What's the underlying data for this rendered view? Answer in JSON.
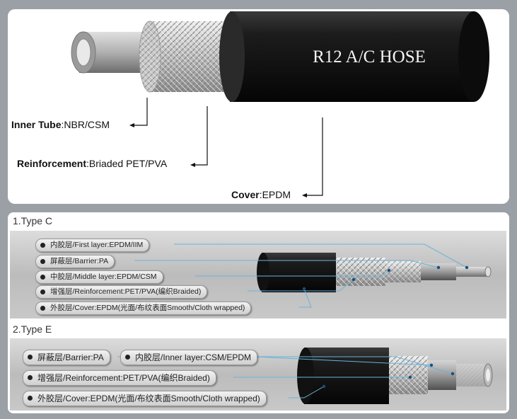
{
  "hose_label": "R12 A/C HOSE",
  "top_labels": {
    "inner_tube": {
      "name": "Inner Tube",
      "material": ":NBR/CSM"
    },
    "reinforcement": {
      "name": "Reinforcement",
      "material": ":Briaded PET/PVA"
    },
    "cover": {
      "name": "Cover",
      "material": ":EPDM"
    }
  },
  "type_c": {
    "title": "1.Type C",
    "layers": [
      "内胶层/First layer:EPDM/IIM",
      "屏蔽层/Barrier:PA",
      "中胶层/Middle layer:EPDM/CSM",
      "增强层/Reinforcement:PET/PVA(编织Braided)",
      "外胶层/Cover:EPDM(光面/布纹表面Smooth/Cloth wrapped)"
    ]
  },
  "type_e": {
    "title": "2.Type E",
    "layers": [
      "屏蔽层/Barrier:PA",
      "内胶层/Inner layer:CSM/EPDM",
      "增强层/Reinforcement:PET/PVA(编织Braided)",
      "外胶层/Cover:EPDM(光面/布纹表面Smooth/Cloth wrapped)"
    ]
  },
  "colors": {
    "hose_cover": "#141414",
    "braid": "#cfcfcf",
    "inner_tube": "#b8b8b8",
    "band": "#bcbcbc"
  }
}
